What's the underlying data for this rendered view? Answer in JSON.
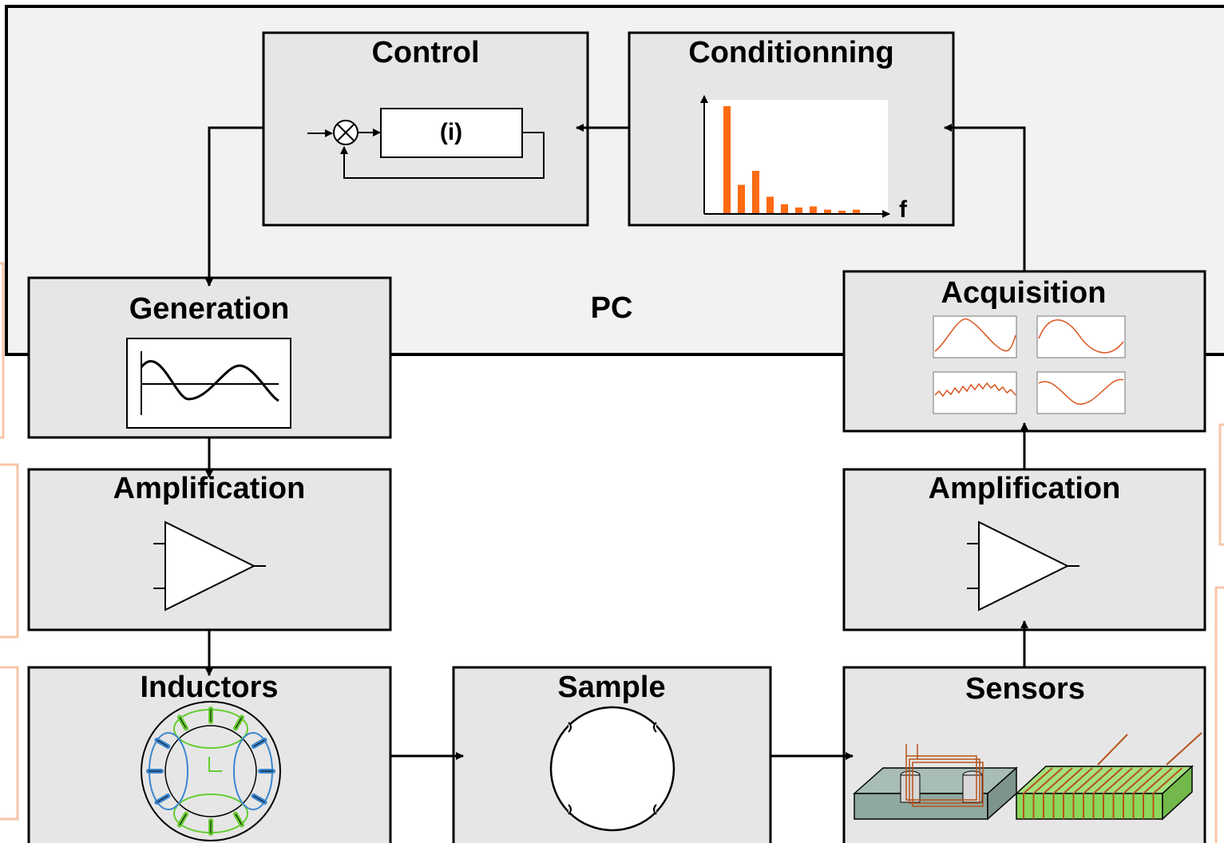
{
  "pc": {
    "label": "PC"
  },
  "blocks": {
    "control": {
      "title": "Control",
      "controller_label": "(i)"
    },
    "conditioning": {
      "title": "Conditionning",
      "axis_label": "f",
      "spectrum_relative": [
        1.0,
        0.27,
        0.4,
        0.16,
        0.09,
        0.06,
        0.07,
        0.04,
        0.03,
        0.04
      ]
    },
    "generation": {
      "title": "Generation"
    },
    "acquisition": {
      "title": "Acquisition"
    },
    "amplification_left": {
      "title": "Amplification"
    },
    "amplification_right": {
      "title": "Amplification"
    },
    "inductors": {
      "title": "Inductors"
    },
    "sample": {
      "title": "Sample"
    },
    "sensors": {
      "title": "Sensors"
    }
  },
  "colors": {
    "pc_background": "#f2f2f2",
    "block_fill": "#e6e6e6",
    "spectrum_bar": "#ff6a13",
    "signal": "#d9541e",
    "coil_green": "#66cc33",
    "coil_blue": "#3b86ce",
    "sensor_grey": "#8fa8a0",
    "sensor_green": "#8bd75c",
    "winding": "#b5531a",
    "side_frame": "#f7c5a8"
  }
}
